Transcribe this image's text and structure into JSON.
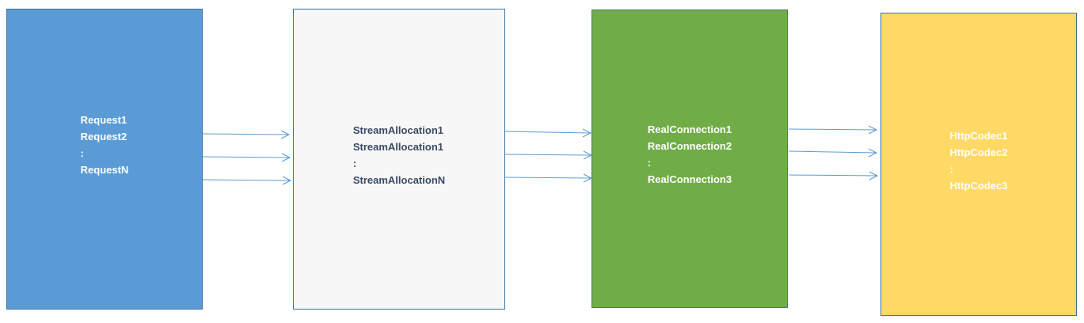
{
  "colors": {
    "request_fill": "#5b9bd5",
    "stream_fill": "#f7f7f7",
    "realconn_fill": "#70ad47",
    "httpcodec_fill": "#ffd966",
    "border": "#41719c",
    "arrow": "#5b9bd5",
    "text_light": "#ffffff",
    "text_dark": "#3b4a63"
  },
  "boxes": {
    "request": {
      "lines": [
        "Request1",
        "Request2",
        ":",
        "RequestN"
      ]
    },
    "stream": {
      "lines": [
        "StreamAllocation1",
        "StreamAllocation1",
        ":",
        "StreamAllocationN"
      ]
    },
    "realconn": {
      "lines": [
        "RealConnection1",
        "RealConnection2",
        ":",
        "RealConnection3"
      ]
    },
    "httpcodec": {
      "lines": [
        "HttpCodec1",
        "HttpCodec2",
        ":",
        "HttpCodec3"
      ]
    }
  }
}
